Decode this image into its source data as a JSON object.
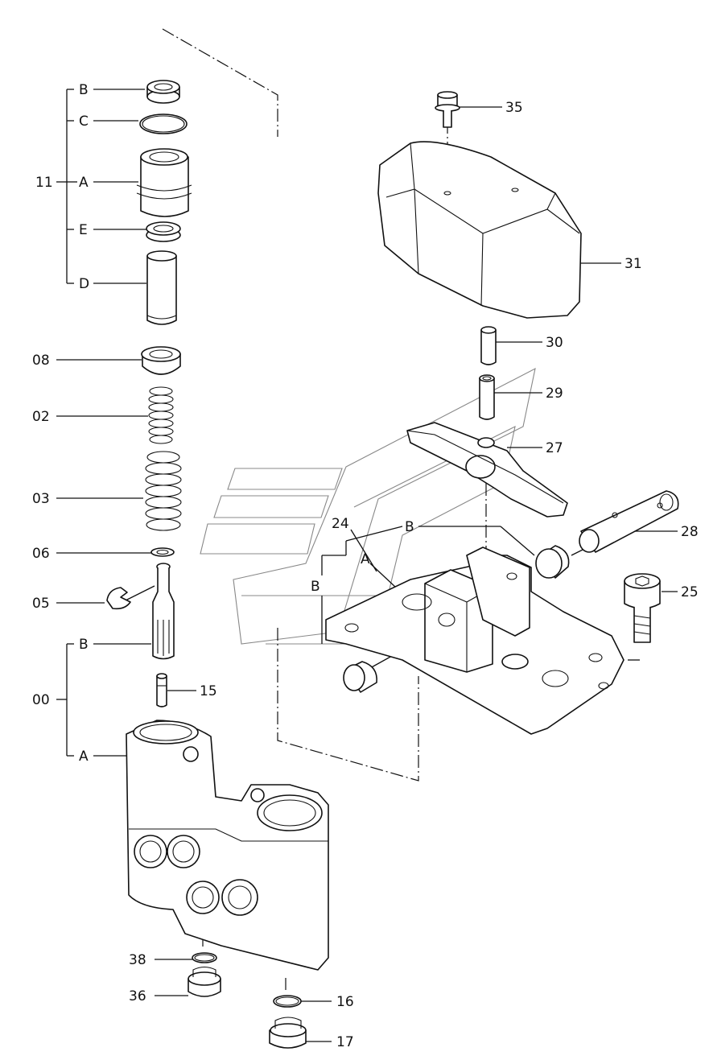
{
  "labels": {
    "l11": "11",
    "l00": "00",
    "l11_B": "B",
    "l11_C": "C",
    "l11_A": "A",
    "l11_E": "E",
    "l11_D": "D",
    "l08": "08",
    "l02": "02",
    "l03": "03",
    "l06": "06",
    "l05": "05",
    "l00_B": "B",
    "l00_A": "A",
    "l15": "15",
    "l38": "38",
    "l36": "36",
    "l16": "16",
    "l17": "17",
    "l35": "35",
    "l31": "31",
    "l30": "30",
    "l29": "29",
    "l27": "27",
    "l28": "28",
    "l24": "24",
    "l24_B_top": "B",
    "l24_A": "A",
    "l24_B_left": "B",
    "l25": "25"
  }
}
